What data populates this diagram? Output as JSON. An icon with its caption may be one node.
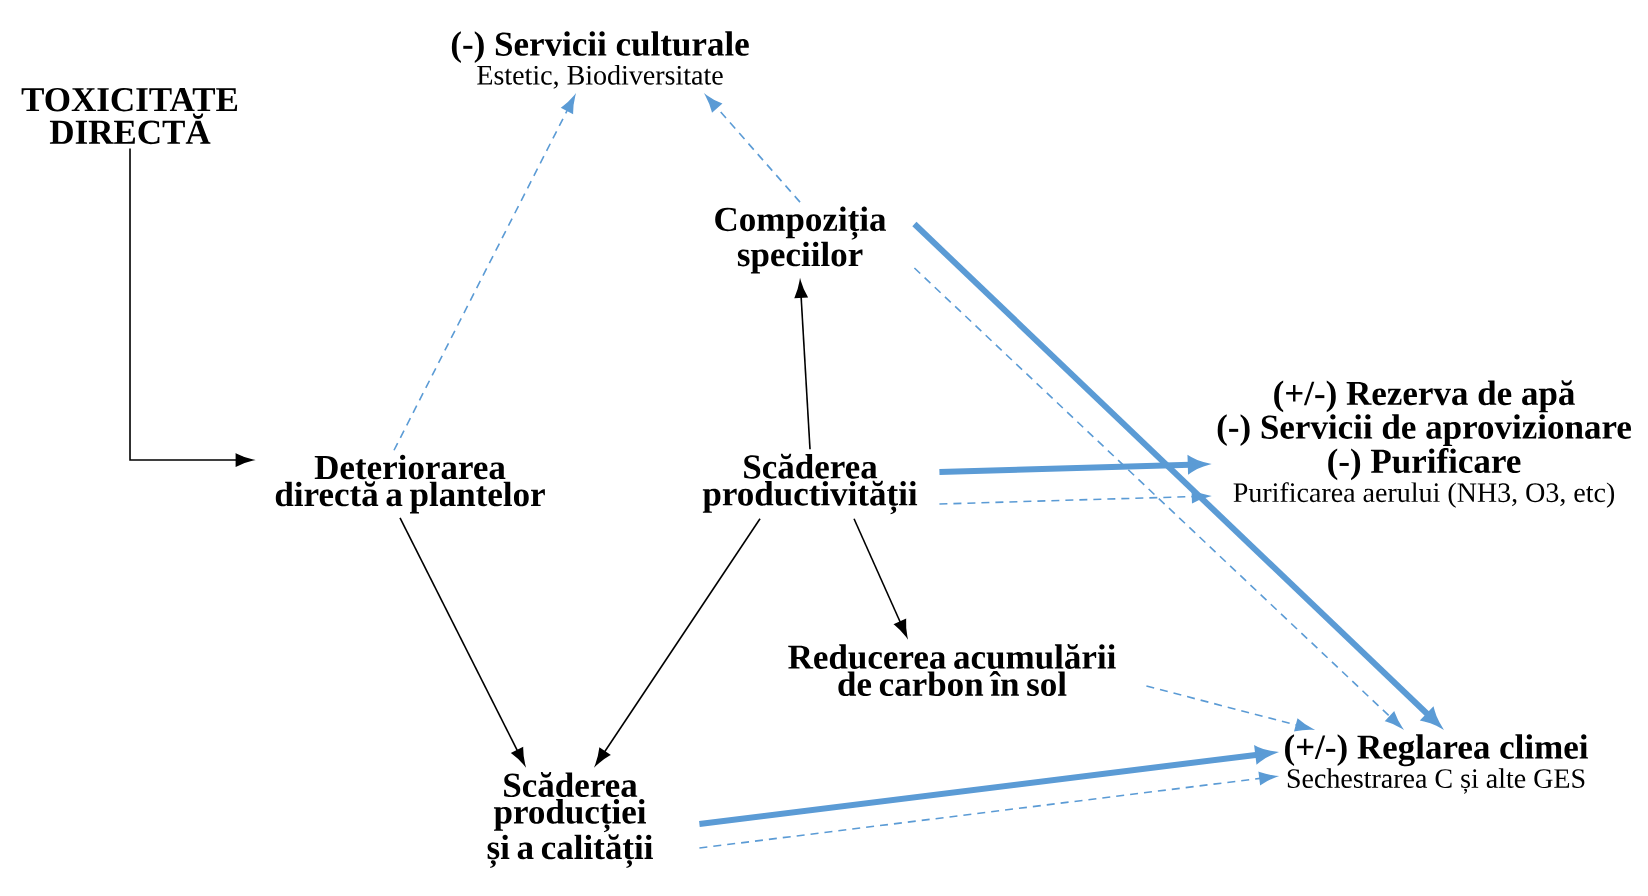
{
  "diagram": {
    "nodes": [
      {
        "text": [
          "TOXICITATE DIRECTĂ"
        ]
      },
      {
        "text": [
          "(-) Servicii culturale",
          "Estetic, Biodiversitate"
        ]
      },
      {
        "text": [
          "Compoziția speciilor"
        ]
      },
      {
        "text": [
          "Deteriorarea directă a plantelor"
        ]
      },
      {
        "text": [
          "Scăderea productivității"
        ]
      },
      {
        "text": [
          "(+/-) Rezerva de apă",
          "(-) Servicii de aprovizionare",
          "(-) Purificare",
          "Purificarea aerului (NH3, O3, etc)"
        ]
      },
      {
        "text": [
          "Reducerea acumulării de carbon în sol"
        ]
      },
      {
        "text": [
          "Scăderea producției și a calității"
        ]
      },
      {
        "text": [
          "(+/-) Reglarea climei",
          "Sechestrarea C și alte GES"
        ]
      }
    ],
    "edges": [
      {
        "from": 0,
        "to": 3,
        "arrow": "to",
        "color": "#000000"
      },
      {
        "from": 3,
        "to": 1,
        "arrow": "to",
        "style": "dashed"
      },
      {
        "from": 2,
        "to": 1,
        "arrow": "to",
        "style": "dashed"
      },
      {
        "from": 4,
        "to": 2,
        "arrow": "to",
        "color": "#000000"
      },
      {
        "from": 4,
        "to": 5,
        "arrow": "to",
        "style": "thick"
      },
      {
        "from": 4,
        "to": 5,
        "arrow": "to",
        "style": "dashed"
      },
      {
        "from": 2,
        "to": 8,
        "arrow": "to",
        "style": "thick"
      },
      {
        "from": 2,
        "to": 8,
        "arrow": "to",
        "style": "dashed"
      },
      {
        "from": 4,
        "to": 6,
        "arrow": "to",
        "color": "#000000"
      },
      {
        "from": 4,
        "to": 7,
        "arrow": "to",
        "color": "#000000"
      },
      {
        "from": 3,
        "to": 7,
        "arrow": "to",
        "color": "#000000"
      },
      {
        "from": 6,
        "to": 8,
        "arrow": "to",
        "style": "dashed"
      },
      {
        "from": 7,
        "to": 8,
        "arrow": "to",
        "style": "thick"
      },
      {
        "from": 7,
        "to": 8,
        "arrow": "to",
        "style": "dashed"
      }
    ]
  }
}
